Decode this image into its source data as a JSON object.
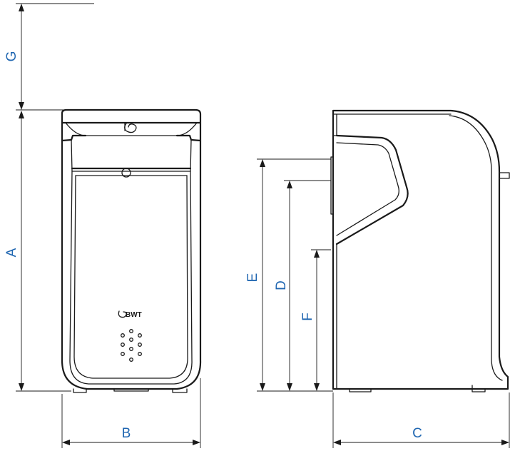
{
  "dimensions": {
    "A": "A",
    "B": "B",
    "C": "C",
    "D": "D",
    "E": "E",
    "F": "F",
    "G": "G"
  },
  "brand_text": "BWT"
}
